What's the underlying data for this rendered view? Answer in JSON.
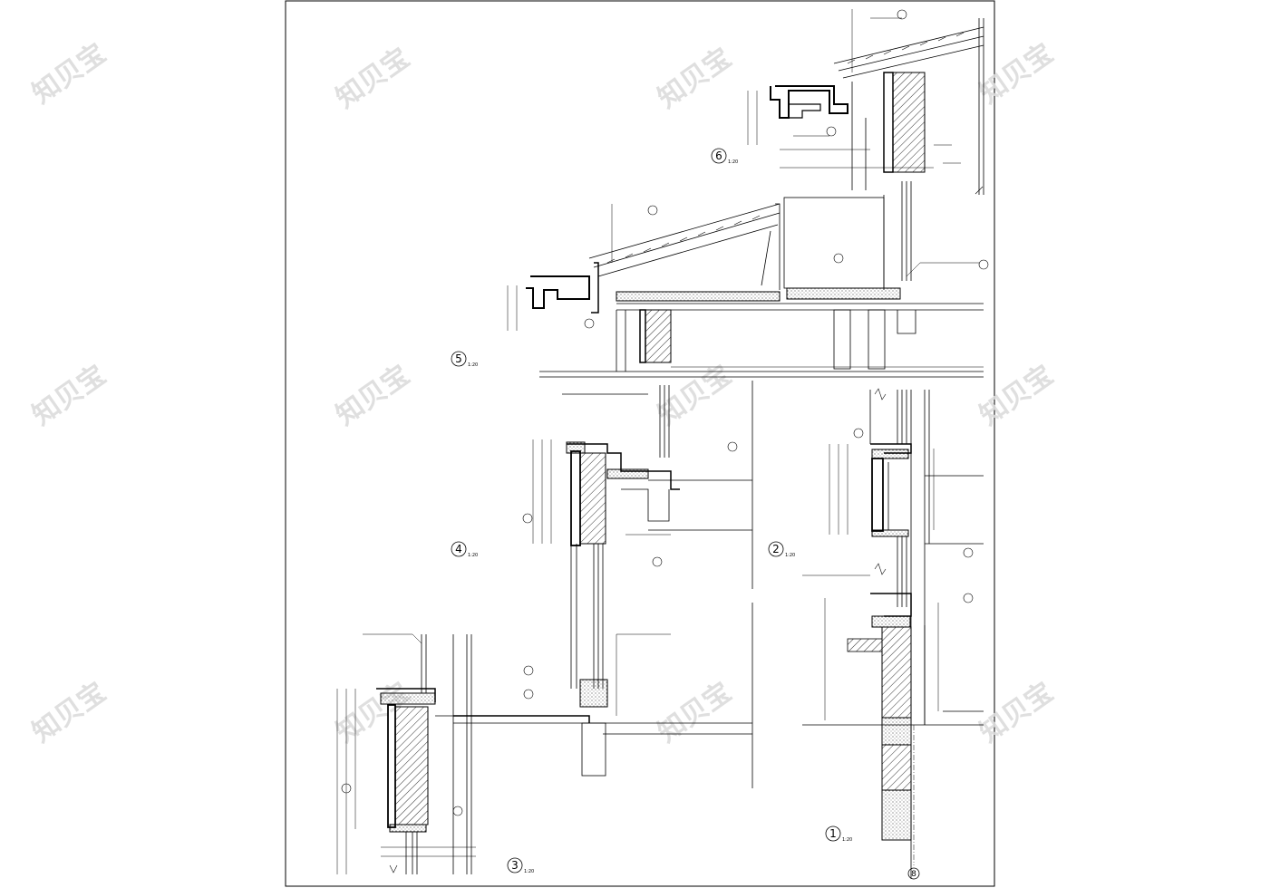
{
  "watermark": {
    "text": "知贝宝",
    "color": "#dcdcdc"
  },
  "details": [
    {
      "id": "d1",
      "number": "1",
      "scale": "1:20"
    },
    {
      "id": "d2",
      "number": "2",
      "scale": "1:20"
    },
    {
      "id": "d3",
      "number": "3",
      "scale": "1:20"
    },
    {
      "id": "d4",
      "number": "4",
      "scale": "1:20"
    },
    {
      "id": "d5",
      "number": "5",
      "scale": "1:20"
    },
    {
      "id": "d6",
      "number": "6",
      "scale": "1:20"
    }
  ],
  "axis": {
    "label": "8"
  },
  "colors": {
    "line": "#000000",
    "paper": "#ffffff",
    "hatch": "#000000"
  }
}
